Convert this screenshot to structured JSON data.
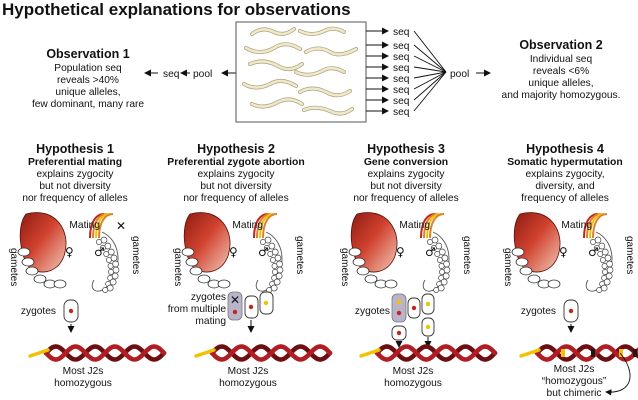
{
  "title": "Hypothetical explanations for observations",
  "observation1": {
    "heading": "Observation 1",
    "lines": [
      "Population seq",
      "reveals >40%",
      "unique alleles,",
      "few dominant, many rare"
    ]
  },
  "observation2": {
    "heading": "Observation 2",
    "lines": [
      "Individual seq",
      "reveals <6%",
      "unique alleles,",
      "and majority homozygous."
    ]
  },
  "flow": {
    "seq_label": "seq",
    "pool_label": "pool",
    "seq_outputs": [
      "seq",
      "seq",
      "seq",
      "seq",
      "seq",
      "seq",
      "seq",
      "seq"
    ]
  },
  "hypotheses": [
    {
      "heading": "Hypothesis 1",
      "subheading": "Preferential mating",
      "lines": [
        "explains zygocity",
        "but not diversity",
        "nor frequency of alleles"
      ],
      "zygote_label": "zygotes",
      "outcome": [
        "Most J2s",
        "homozygous"
      ]
    },
    {
      "heading": "Hypothesis 2",
      "subheading": "Preferential zygote abortion",
      "lines": [
        "explains zygocity",
        "but not diversity",
        "nor frequency of alleles"
      ],
      "zygote_label": [
        "zygotes",
        "from multiple",
        "mating"
      ],
      "outcome": [
        "Most J2s",
        "homozygous"
      ]
    },
    {
      "heading": "Hypothesis 3",
      "subheading": "Gene conversion",
      "lines": [
        "explains zygocity",
        "but not diversity",
        "nor frequency of alleles"
      ],
      "zygote_label": "zygotes",
      "outcome": [
        "Most J2s",
        "homozygous"
      ]
    },
    {
      "heading": "Hypothesis 4",
      "subheading": "Somatic hypermutation",
      "lines": [
        "explains zygocity,",
        "diversity, and",
        "frequency of alleles"
      ],
      "zygote_label": "zygotes",
      "outcome": [
        "Most J2s",
        "“homozygous”",
        "but chimeric"
      ]
    }
  ],
  "labels": {
    "mating": "Mating",
    "gametes": "gametes",
    "female_symbol": "♀",
    "male_symbol": "♂",
    "cross_symbol": "✕"
  },
  "colors": {
    "female_body": "#c0392b",
    "chromosome": "#b01e23",
    "telomere_yellow": "#f2c200",
    "zygote_fill": "#ffffff",
    "abort_box": "#b9b4c8",
    "worm_fill": "#efe9c7"
  }
}
